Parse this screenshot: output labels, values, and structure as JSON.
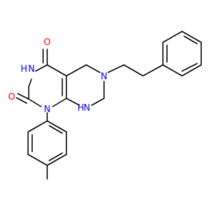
{
  "atoms": {
    "o_top": {
      "symbol": "O",
      "color": "#ff0000"
    },
    "o_left": {
      "symbol": "O",
      "color": "#ff0000"
    },
    "n3_h": {
      "symbol": "H",
      "color": "#0000ff"
    },
    "n3_n": {
      "symbol": "N",
      "color": "#0000ff"
    },
    "n1": {
      "symbol": "N",
      "color": "#0000ff"
    },
    "n6": {
      "symbol": "N",
      "color": "#0000ff"
    },
    "n8_h": {
      "symbol": "H",
      "color": "#0000ff"
    },
    "n8_n": {
      "symbol": "N",
      "color": "#0000ff"
    }
  },
  "colors": {
    "bond": "#000000",
    "oxygen": "#ff0000",
    "nitrogen": "#0000ff",
    "background": "#ffffff"
  }
}
